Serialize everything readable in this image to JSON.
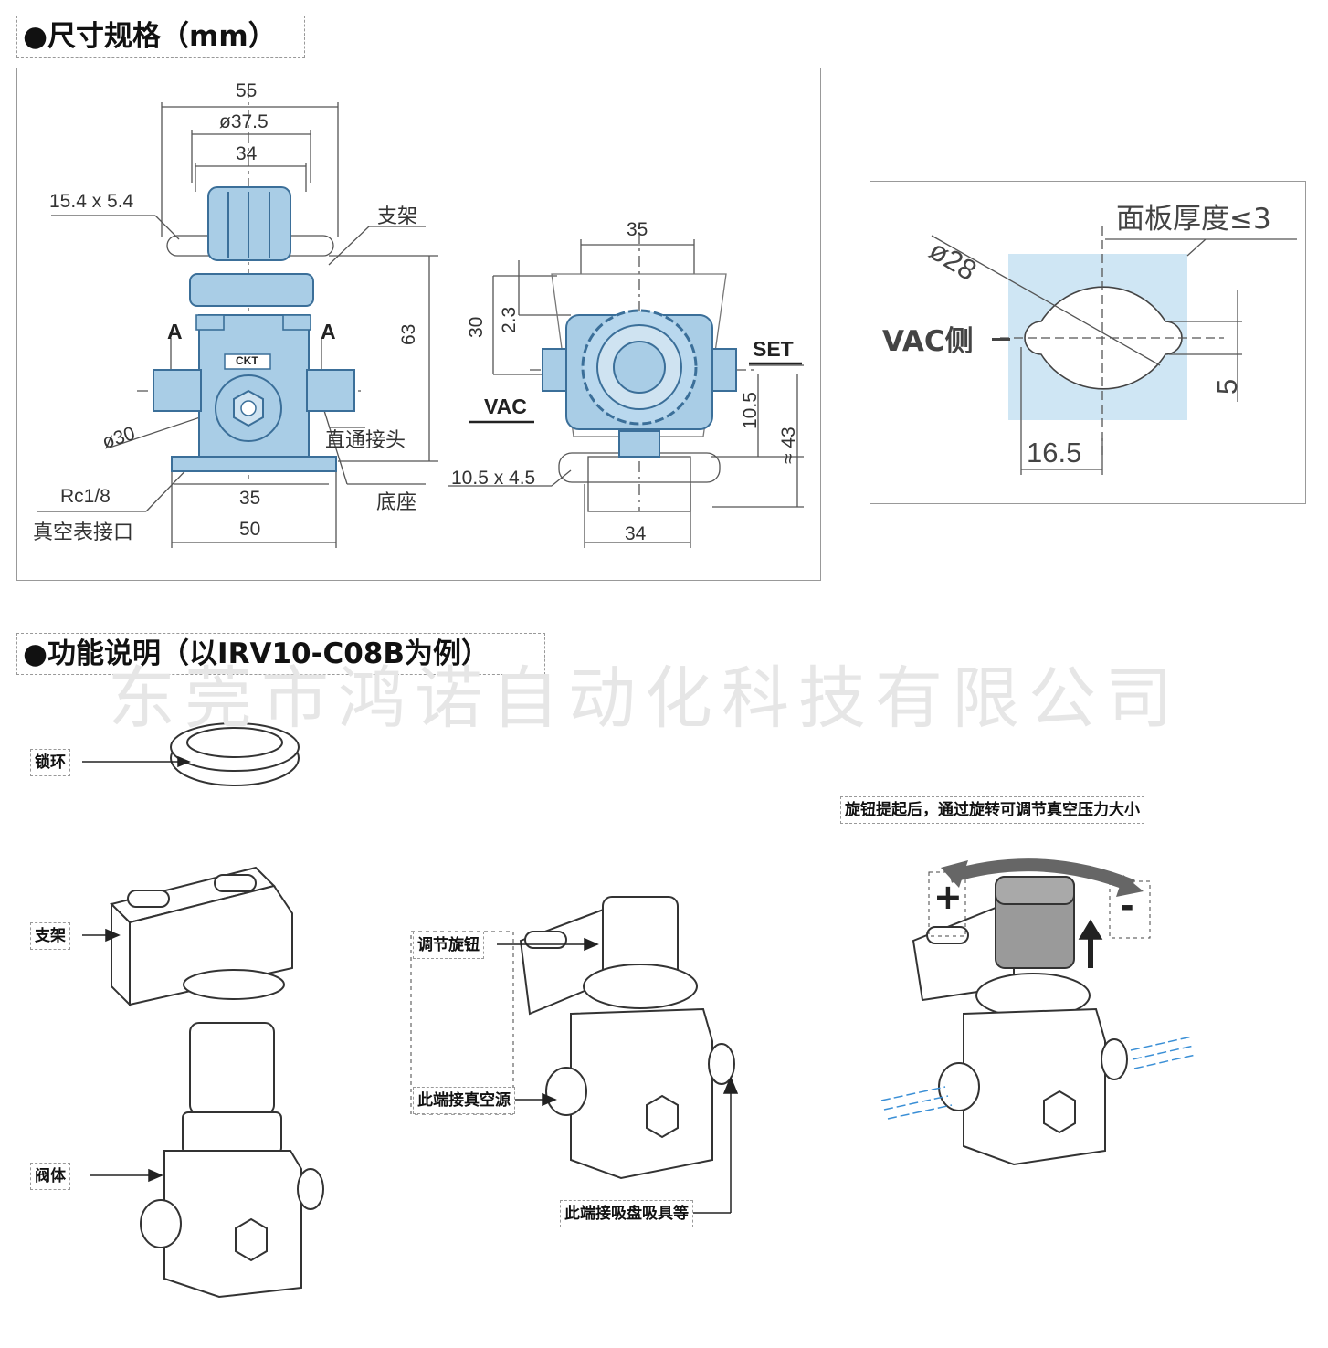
{
  "section1": {
    "title": "●尺寸规格（mm）"
  },
  "front_view": {
    "dims": {
      "d55": "55",
      "d375": "ø37.5",
      "d34top": "34",
      "d154": "15.4 x 5.4",
      "d63": "63",
      "d30dia": "ø30",
      "d35": "35",
      "d50": "50"
    },
    "labels": {
      "bracket": "支架",
      "straight": "直通接头",
      "base": "底座",
      "rc": "Rc1/8",
      "gauge": "真空表接口",
      "a_left": "A",
      "a_right": "A",
      "brand": "CKT"
    }
  },
  "side_view": {
    "dims": {
      "d35": "35",
      "d30": "30",
      "d23": "2.3",
      "d105": "10.5",
      "d43": "≈ 43",
      "slot": "10.5 x 4.5",
      "d34": "34"
    },
    "labels": {
      "set": "SET",
      "vac": "VAC"
    }
  },
  "panel_view": {
    "dims": {
      "d28": "ø28",
      "d5": "5",
      "d165": "16.5"
    },
    "labels": {
      "thickness": "面板厚度≤3",
      "vac_side": "VAC侧"
    }
  },
  "section2": {
    "title": "●功能说明（以IRV10-C08B为例）"
  },
  "watermark": "东莞市鸿诺自动化科技有限公司",
  "callouts": {
    "lock_ring": "锁环",
    "bracket": "支架",
    "body": "阀体",
    "knob": "调节旋钮",
    "vac_source": "此端接真空源",
    "suction": "此端接吸盘吸具等",
    "instruction": "旋钮提起后，通过旋转可调节真空压力大小",
    "plus": "+",
    "minus": "-"
  },
  "colors": {
    "part_blue": "#a9cde6",
    "part_blue_dark": "#4a7fa8",
    "panel_blue": "#cfe6f4",
    "knob_gray": "#8a8a8a",
    "arrow_blue": "#3a8fd6"
  }
}
